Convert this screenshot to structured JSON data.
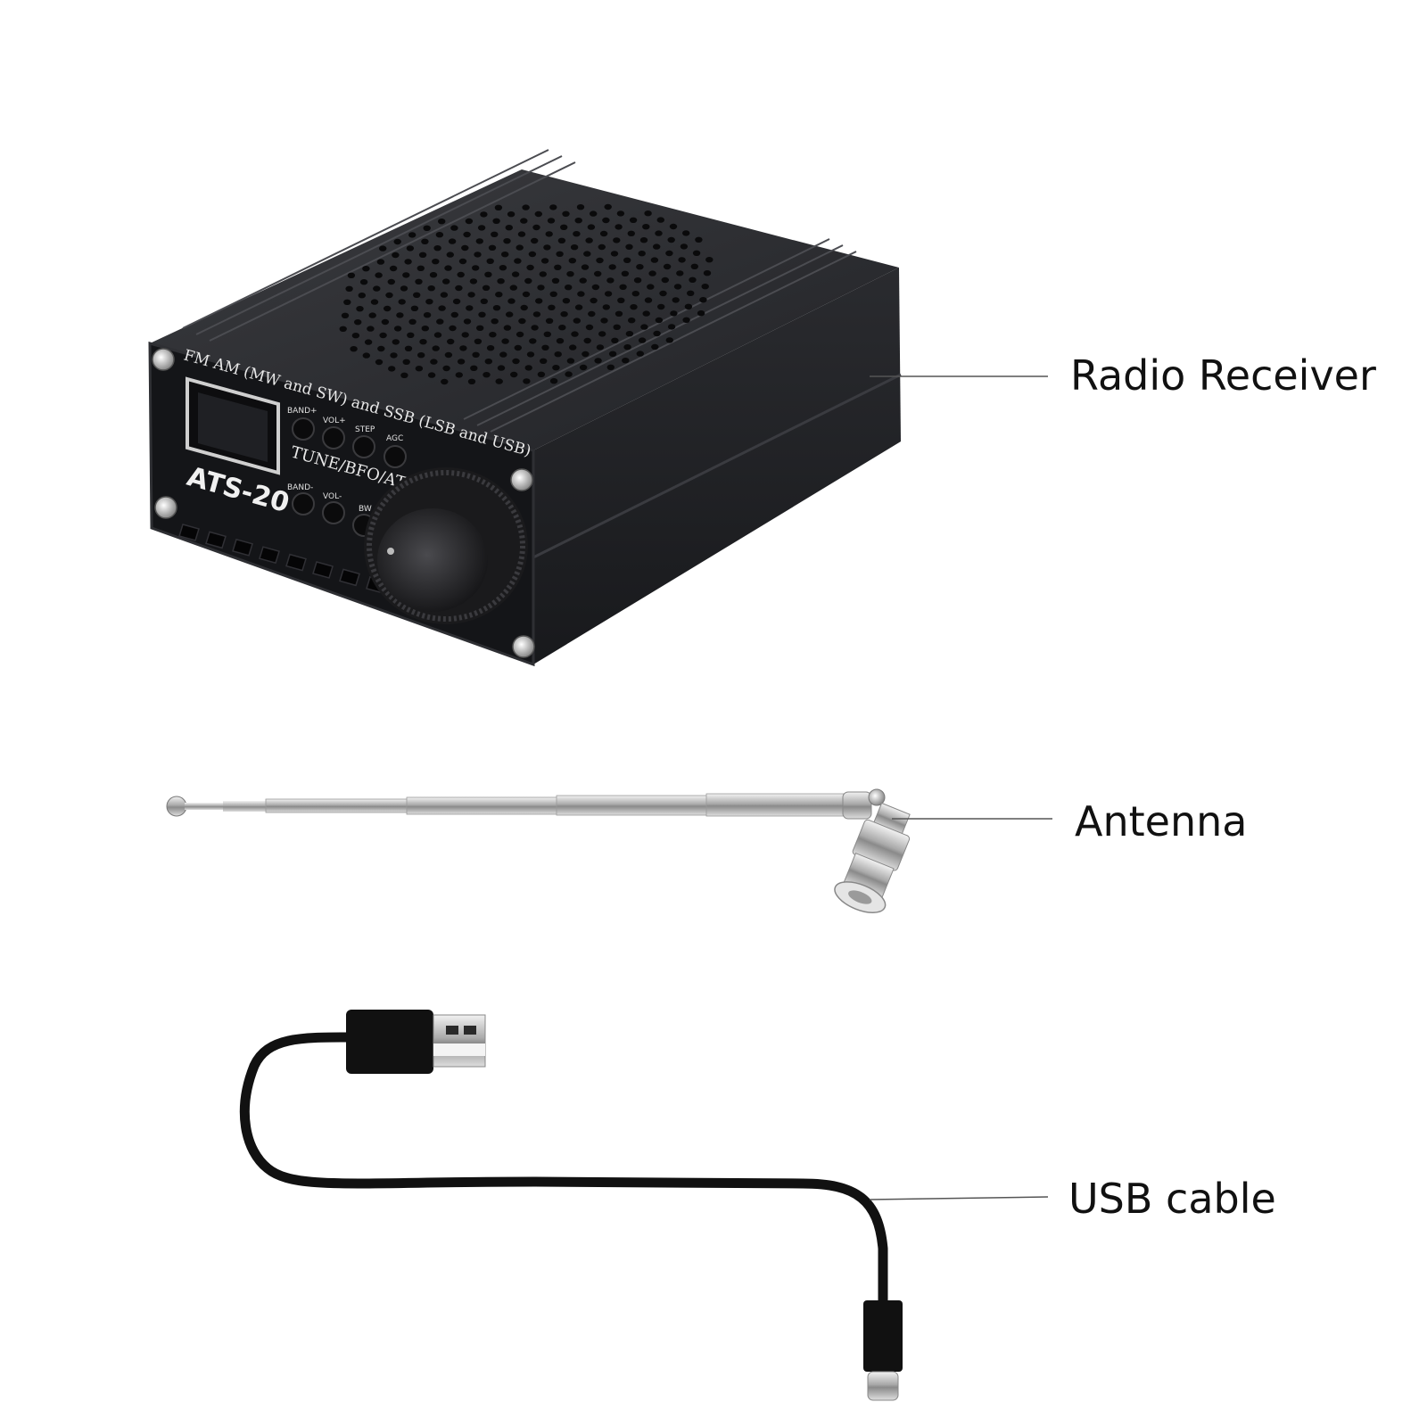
{
  "labels": {
    "radio": "Radio Receiver",
    "antenna": "Antenna",
    "usb": "USB cable"
  },
  "device": {
    "model": "ATS-20",
    "front_line_1": "FM AM (MW and SW) and SSB (LSB and USB)",
    "controls_title": "TUNE/BFO/ATS",
    "buttons_top": [
      "BAND+",
      "VOL+",
      "STEP",
      "AGC"
    ],
    "buttons_bottom": [
      "BAND-",
      "VOL-",
      "BW"
    ]
  },
  "colors": {
    "body": "#1c1d20",
    "body_top": "#2b2c30",
    "front": "#141518",
    "chrome": "#c9c9c9",
    "cable": "#111111",
    "leader_line": "#555555"
  },
  "icons": [
    "radio-receiver-icon",
    "telescopic-antenna-icon",
    "bnc-connector-icon",
    "usb-a-plug-icon",
    "usb-c-plug-icon",
    "tuning-knob-icon"
  ]
}
